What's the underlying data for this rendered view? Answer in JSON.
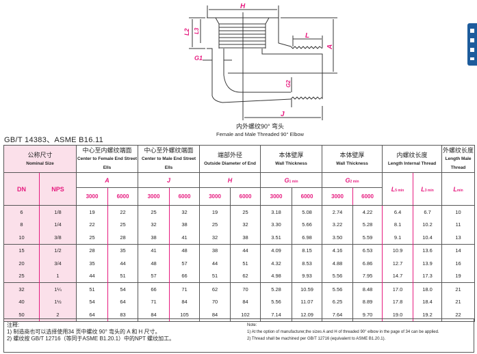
{
  "drawing": {
    "labels": {
      "H": "H",
      "L2": "L2",
      "L3": "L3",
      "L": "L",
      "A": "A",
      "G1": "G1",
      "G2": "G2",
      "J": "J"
    },
    "caption_zh": "内外螺纹90° 弯头",
    "caption_en": "Female and Male Threaded 90° Elbow"
  },
  "standard": "GB/T 14383、ASME B16.11",
  "table": {
    "nominal_zh": "公称尺寸",
    "nominal_en": "Nominal Size",
    "col_dn": "DN",
    "col_nps": "NPS",
    "groups": [
      {
        "zh": "中心至内螺纹端面",
        "en": "Center to Female End Street Ells",
        "sym": "A",
        "sub": ""
      },
      {
        "zh": "中心至外螺纹端面",
        "en": "Center to Male End Street Ells",
        "sym": "J",
        "sub": ""
      },
      {
        "zh": "端部外径",
        "en": "Outside Diameter of End",
        "sym": "H",
        "sub": ""
      },
      {
        "zh": "本体壁厚",
        "en": "Wall Thickness",
        "sym": "G",
        "sub": "1 min"
      },
      {
        "zh": "本体壁厚",
        "en": "Wall Thickness",
        "sym": "G",
        "sub": "2 min"
      },
      {
        "zh": "内螺纹长度",
        "en": "Length Internal Thread",
        "sym": "L",
        "sub": "5 min"
      },
      {
        "zh": "外螺纹长度",
        "en": "Length Male Thread",
        "sym": "L",
        "sub": "min"
      }
    ],
    "l3": {
      "sym": "L",
      "sub": "3 min"
    },
    "class_3000": "3000",
    "class_6000": "6000",
    "rows": [
      [
        "6",
        "1/8",
        "19",
        "22",
        "25",
        "32",
        "19",
        "25",
        "3.18",
        "5.08",
        "2.74",
        "4.22",
        "6.4",
        "6.7",
        "10"
      ],
      [
        "8",
        "1/4",
        "22",
        "25",
        "32",
        "38",
        "25",
        "32",
        "3.30",
        "5.66",
        "3.22",
        "5.28",
        "8.1",
        "10.2",
        "11"
      ],
      [
        "10",
        "3/8",
        "25",
        "28",
        "38",
        "41",
        "32",
        "38",
        "3.51",
        "6.98",
        "3.50",
        "5.59",
        "9.1",
        "10.4",
        "13"
      ],
      [
        "15",
        "1/2",
        "28",
        "35",
        "41",
        "48",
        "38",
        "44",
        "4.09",
        "8.15",
        "4.16",
        "6.53",
        "10.9",
        "13.6",
        "14"
      ],
      [
        "20",
        "3/4",
        "35",
        "44",
        "48",
        "57",
        "44",
        "51",
        "4.32",
        "8.53",
        "4.88",
        "6.86",
        "12.7",
        "13.9",
        "16"
      ],
      [
        "25",
        "1",
        "44",
        "51",
        "57",
        "66",
        "51",
        "62",
        "4.98",
        "9.93",
        "5.56",
        "7.95",
        "14.7",
        "17.3",
        "19"
      ],
      [
        "32",
        "1¼",
        "51",
        "54",
        "66",
        "71",
        "62",
        "70",
        "5.28",
        "10.59",
        "5.56",
        "8.48",
        "17.0",
        "18.0",
        "21"
      ],
      [
        "40",
        "1½",
        "54",
        "64",
        "71",
        "84",
        "70",
        "84",
        "5.56",
        "11.07",
        "6.25",
        "8.89",
        "17.8",
        "18.4",
        "21"
      ],
      [
        "50",
        "2",
        "64",
        "83",
        "84",
        "105",
        "84",
        "102",
        "7.14",
        "12.09",
        "7.64",
        "9.70",
        "19.0",
        "19.2",
        "22"
      ]
    ]
  },
  "notes": {
    "zh_title": "注释:",
    "zh": [
      "1)  制造商也可以选择使用34 页中螺纹 90° 弯头的 A 和 H 尺寸。",
      "2)  螺纹按 GB/T 12716（等同于ASME B1.20.1）中的NPT 螺纹加工。"
    ],
    "en_title": "Note:",
    "en": [
      "1)  At the option of manufacturer,the sizes A and H of threaded 90° elbow in the page of 34 can be applied.",
      "2)  Thread shall be machined per GB/T 12716 (equivalent to ASME B1.20.1)."
    ]
  },
  "colors": {
    "accent": "#e6197e",
    "pink_fill": "#fbe0ea",
    "tab": "#1d5c9c"
  }
}
